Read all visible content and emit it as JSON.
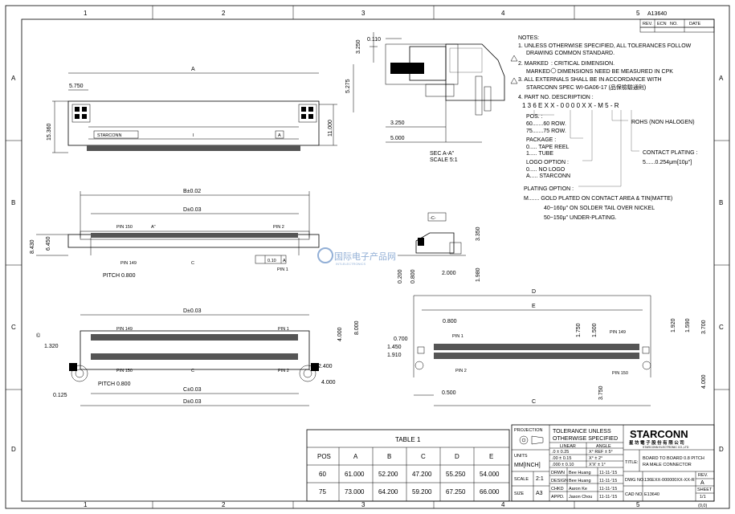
{
  "border": {
    "cols": [
      "1",
      "2",
      "3",
      "4",
      "5"
    ],
    "rows": [
      "A",
      "B",
      "C",
      "D"
    ],
    "doc_number": "A13640",
    "rev_header": [
      "REV.",
      "ECN",
      "NO.",
      "DATE"
    ]
  },
  "notes": {
    "title": "NOTES:",
    "n1a": "1. UNLESS OTHERWISE SPECIFIED, ALL TOLERANCES FOLLOW",
    "n1b": "DRAWING COMMON STANDARD.",
    "n2a": "2. MARKED",
    "n2a2": ": CRITICAL DIMENSION.",
    "n2b": "MARKED",
    "n2b2": "DIMENSIONS NEED BE MEASURED IN CPK",
    "n3a": "3. ALL EXTERNALS SHALL BE IN ACCORDANCE WITH",
    "n3b": "STARCONN SPEC WI-GA06-17 (品保檢驗通則)",
    "n4": "4. PART NO. DESCRIPTION :",
    "partno": "1 3 6 E X X - 0 0 0 0 X X - M 5 - R",
    "pos": "POS. :",
    "pos60": "60.......60 ROW.",
    "pos75": "75.......75 ROW.",
    "package": "PACKAGE :",
    "pkg0": "0.....  TAPE REEL",
    "pkg1": "1.....  TUBE",
    "logo": "LOGO OPTION :",
    "logo0": "0.....  NO LOGO",
    "logoA": "A.....  STARCONN",
    "rohs": "ROHS (NON HALOGEN)",
    "contact": "CONTACT PLATING :",
    "contact_v": "5......0.254μm[10μ\"]",
    "plating": "PLATING OPTION :",
    "plat1": "M.......  GOLD PLATED ON CONTACT AREA & TIN(MATTE)",
    "plat2": "40~160μ\" ON SOLDER TAIL OVER NICKEL",
    "plat3": "50~150μ\" UNDER-PLATING."
  },
  "dims": {
    "top_A": "A",
    "top_5750": "5.750",
    "top_15360": "15.360",
    "top_11000": "11.000",
    "label_starconn": "STARCONN",
    "label_A": "A",
    "sec_0110": "0.110",
    "sec_3250a": "3.250",
    "sec_5275": "5.275",
    "sec_3250b": "3.250",
    "sec_5000": "5.000",
    "sec_title": "SEC A-A\"",
    "sec_scale": "SCALE 5:1",
    "mid_B": "B±0.02",
    "mid_D": "D±0.03",
    "mid_8430": "8.430",
    "mid_6450": "6.450",
    "pin150": "PIN 150",
    "pin2": "PIN 2",
    "pin149": "PIN 149",
    "pin1": "PIN 1",
    "mid_Amark": "A\"",
    "mid_C": "C",
    "tol_010": "0.10",
    "tol_A": "A",
    "pitch": "PITCH 0.800",
    "c_C": "-C-",
    "side_3350": "3.350",
    "side_0200": "0.200",
    "side_0800": "0.800",
    "side_2000": "2.000",
    "side_1980": "1.980",
    "bot_D": "D±0.03",
    "bot_C": "C±0.03",
    "bot_D2": "D±0.03",
    "bot_4000": "4.000",
    "bot_8000": "8.000",
    "bot_1320": "1.320",
    "bot_2400": "2.400",
    "bot_4000b": "4.000",
    "bot_0125": "0.125",
    "bot_pitch": "PITCH 0.800",
    "fp_D": "D",
    "fp_E": "E",
    "fp_0800": "0.800",
    "fp_0700": "0.700",
    "fp_1450": "1.450",
    "fp_1910": "1.910",
    "fp_1750": "1.750",
    "fp_1500": "1.500",
    "fp_1920": "1.920",
    "fp_1590": "1.590",
    "fp_3700": "3.700",
    "fp_0500": "0.500",
    "fp_3750": "3.750",
    "fp_4000": "4.000",
    "fp_C": "C"
  },
  "table": {
    "title": "TABLE 1",
    "headers": [
      "POS",
      "A",
      "B",
      "C",
      "D",
      "E"
    ],
    "rows": [
      [
        "60",
        "61.000",
        "52.200",
        "47.200",
        "55.250",
        "54.000"
      ],
      [
        "75",
        "73.000",
        "64.200",
        "59.200",
        "67.250",
        "66.000"
      ]
    ]
  },
  "titleblock": {
    "projection": "PROJECTION",
    "tol1": "TOLERANCE UNLESS",
    "tol2": "OTHERWISE SPECIFIED",
    "linear": "LINEAR",
    "angle": "ANGLE",
    "units": "UNITS",
    "units_v": "MM[INCH]",
    "lin1": ".0   ±  0.25",
    "lin2": ".00  ±  0.15",
    "lin3": ".000 ±  0.10",
    "ang1": "X° REF ± 5°",
    "ang2": "X°    ± 2°",
    "ang3": "X'X'  ± 1°",
    "scale": "SCALE",
    "scale_v": "2:1",
    "size": "SIZE",
    "size_v": "A3",
    "drwn": "DRWN",
    "drwn_n": "Bee Huang",
    "drwn_d": "11-11-'15",
    "design": "DESIGN",
    "design_n": "Bee Huang",
    "design_d": "11-11-'15",
    "chkd": "CHKD",
    "chkd_n": "Aaron Ke",
    "chkd_d": "11-11-'15",
    "appd": "APPD.",
    "appd_n": "Jason Chou",
    "appd_d": "11-11-'15",
    "brand": "STARCONN",
    "company": "星 坊 電 子 股 份 有 限 公 司",
    "company_en": "STARCONN ELECTRONIC CO.,LTD",
    "title": "TITLE:",
    "title_v1": "BOARD TO BOARD 0.8 PITCH",
    "title_v2": "RA MALE CONNECTOR",
    "dwg": "DWG NO.",
    "dwg_v": "136EXX-000000XX-XX-R",
    "cad": "CAD NO.",
    "cad_v": "E13640",
    "rev": "REV.",
    "rev_v": "A",
    "sheet": "SHEET",
    "sheet_v": "1/1",
    "sheet_extra": "(0,0)"
  },
  "watermark": {
    "text": "国际电子产品网",
    "sub": "INTLELECTRONICS"
  }
}
